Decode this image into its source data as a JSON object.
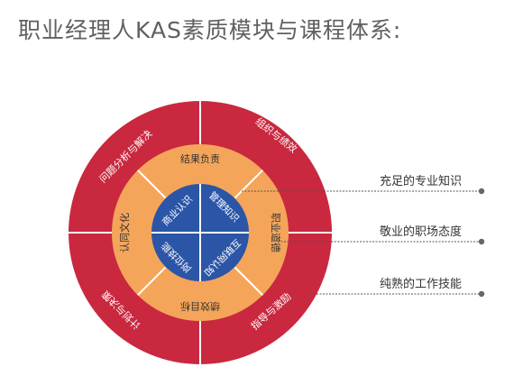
{
  "title": "职业经理人KAS素质模块与课程体系:",
  "colors": {
    "outer_ring": "#c9283f",
    "middle_ring": "#f4a55a",
    "inner_circle": "#2b55a7",
    "divider": "#ffffff",
    "leader": "#555555",
    "label_text": "#333333"
  },
  "outer_ring": [
    "问题分析与解决",
    "组织与绩效",
    "指导与激励",
    "计划与决策"
  ],
  "middle_ring": [
    "结果负责",
    "职业道德",
    "绩效目标",
    "认同文化"
  ],
  "inner_circle": [
    "商业认识",
    "管理知识",
    "互联网认知",
    "岗位技能"
  ],
  "legend": [
    {
      "text": "充足的专业知识",
      "target": "inner"
    },
    {
      "text": "敬业的职场态度",
      "target": "middle"
    },
    {
      "text": "纯熟的工作技能",
      "target": "outer"
    }
  ]
}
